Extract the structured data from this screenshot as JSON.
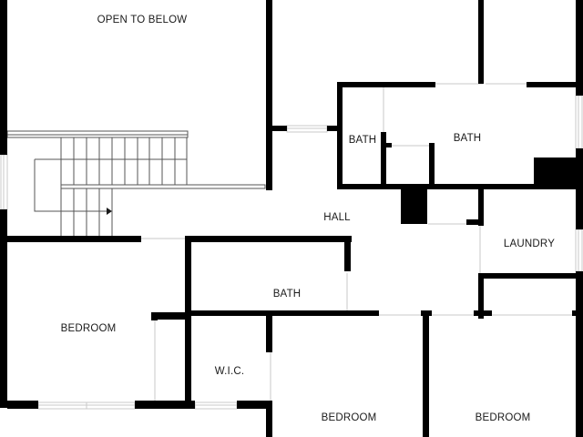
{
  "plan": {
    "rooms": [
      {
        "id": "open-to-below",
        "label": "OPEN TO BELOW"
      },
      {
        "id": "bath-small",
        "label": "BATH"
      },
      {
        "id": "bath-master",
        "label": "BATH"
      },
      {
        "id": "hall",
        "label": "HALL"
      },
      {
        "id": "laundry",
        "label": "LAUNDRY"
      },
      {
        "id": "bath-hall",
        "label": "BATH"
      },
      {
        "id": "bedroom-left",
        "label": "BEDROOM"
      },
      {
        "id": "wic",
        "label": "W.I.C."
      },
      {
        "id": "bedroom-center",
        "label": "BEDROOM"
      },
      {
        "id": "bedroom-right",
        "label": "BEDROOM"
      }
    ],
    "colors": {
      "wall": "#000000",
      "background": "#ffffff",
      "opening": "#d8d8d8",
      "stair": "#555555"
    }
  }
}
